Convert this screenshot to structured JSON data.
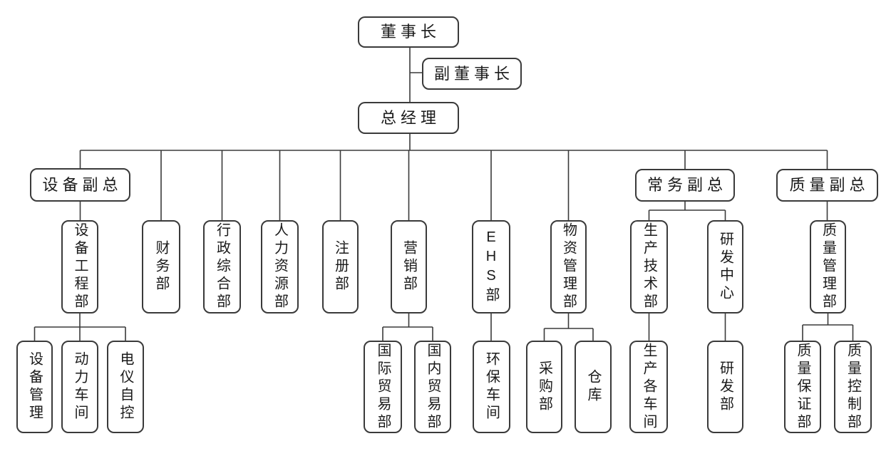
{
  "diagram": {
    "type": "org-chart",
    "stroke_color": "#3a3a3a",
    "background_color": "#ffffff",
    "nodes": {
      "chairman": "董事长",
      "vice_chairman": "副董事长",
      "general_manager": "总经理",
      "equipment_vp": "设备副总",
      "executive_vp": "常务副总",
      "quality_vp": "质量副总",
      "equipment_engineering": "设备工程部",
      "finance": "财务部",
      "admin_general": "行政综合部",
      "human_resources": "人力资源部",
      "registration": "注册部",
      "marketing": "营销部",
      "ehs": "EHS部",
      "materials_management": "物资管理部",
      "production_technology": "生产技术部",
      "rd_center": "研发中心",
      "quality_management": "质量管理部",
      "equipment_management": "设备管理",
      "power_workshop": "动力车间",
      "electrical_instrumentation": "电仪自控",
      "international_trade": "国际贸易部",
      "domestic_trade": "国内贸易部",
      "environmental_workshop": "环保车间",
      "procurement": "采购部",
      "warehouse": "仓库",
      "production_workshops": "生产各车间",
      "rd_department": "研发部",
      "quality_assurance": "质量保证部",
      "quality_control": "质量控制部"
    }
  }
}
